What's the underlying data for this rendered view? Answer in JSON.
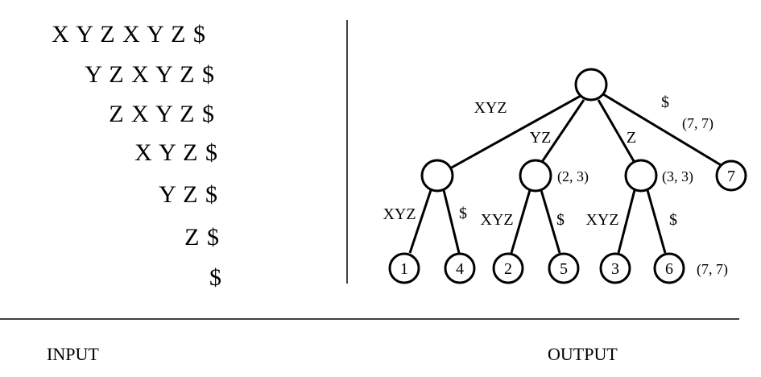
{
  "input": {
    "suffixes": [
      "X Y Z X Y Z $",
      "Y Z X Y Z $",
      "Z X Y Z $",
      "X Y Z $",
      "Y Z $",
      "Z $",
      "$"
    ]
  },
  "tree": {
    "edge_labels": {
      "root_a": "XYZ",
      "root_b": "YZ",
      "root_c": "Z",
      "root_d": "$",
      "a_1": "XYZ",
      "a_4": "$",
      "b_2": "XYZ",
      "b_5": "$",
      "c_3": "XYZ",
      "c_6": "$"
    },
    "node_labels": {
      "b": "(2, 3)",
      "c": "(3, 3)",
      "root_d": "(7, 7)",
      "leaf_6": "(7, 7)"
    },
    "leaves": [
      "1",
      "4",
      "2",
      "5",
      "3",
      "6",
      "7"
    ]
  },
  "captions": {
    "input": "INPUT",
    "output": "OUTPUT"
  }
}
